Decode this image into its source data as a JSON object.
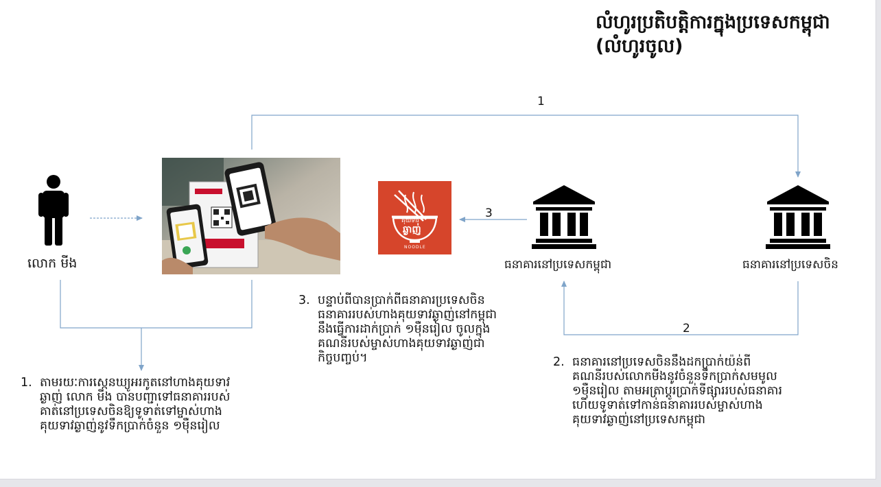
{
  "title": {
    "line1": "លំហូរប្រតិបត្តិការក្នុងប្រទេសកម្ពុជា",
    "line2": "(លំហូរចូល)"
  },
  "nodes": {
    "person_label": "លោក មីង",
    "bank_kh_label": "ធនាគារនៅប្រទេសកម្ពុជា",
    "bank_cn_label": "ធនាគារនៅប្រទេសចិន"
  },
  "restaurant_logo": {
    "small_text": "គុយទាវ",
    "big_text": "ឆ្ងាញ់",
    "sub_text": "NOODLE"
  },
  "arrows": {
    "step1": "1",
    "step2": "2",
    "step3": "3"
  },
  "notes": {
    "note1": {
      "number": "1.",
      "lines": [
        "តាមរយៈការស្កេនឃ្យូអរកូតនៅហាងគុយទាវ",
        "ឆ្ងាញ់ លោក មីង បានបញ្ជាទៅធនាគាររបស់",
        "គាត់នៅប្រទេសចិនឱ្យទូទាត់ទៅម្ចាស់ហាង",
        "គុយទាវឆ្ងាញ់នូវទឹកប្រាក់ចំនួន ១ម៉ឺនរៀល"
      ]
    },
    "note2": {
      "number": "2.",
      "lines": [
        "ធនាគារនៅប្រទេសចិននឹងដកប្រាក់យ៉ន់ពី",
        "គណនីរបស់លោកមីងនូវចំនួនទឹកប្រាក់សមមូល",
        "១ម៉ឺនរៀល តាមអត្រាប្តូរប្រាក់ទីផ្សាររបស់ធនាគារ",
        "ហើយទូទាត់ទៅកាន់ធនាគាររបស់ម្ចាស់ហាង",
        "គុយទាវឆ្ងាញ់នៅប្រទេសកម្ពុជា"
      ]
    },
    "note3": {
      "number": "3.",
      "lines": [
        "បន្ទាប់ពីបានប្រាក់ពីធនាគារប្រទេសចិន",
        "ធនាគាររបស់ហាងគុយទាវឆ្ងាញ់នៅកម្ពុជា",
        "នឹងធ្វើការដាក់ប្រាក់ ១ម៉ឺនរៀល ចូលក្នុង",
        "គណនីរបស់ម្ចាស់ហាងគុយទាវឆ្ងាញ់ជា",
        "កិច្ចបញ្ចប់។"
      ]
    }
  },
  "colors": {
    "arrow": "#7fa4c9",
    "icon": "#000000",
    "logo_bg": "#d6452b"
  },
  "icons": {
    "person": "person-icon",
    "bank": "bank-icon",
    "qr_photo": "qr-payment-photo",
    "logo": "noodle-shop-logo"
  }
}
